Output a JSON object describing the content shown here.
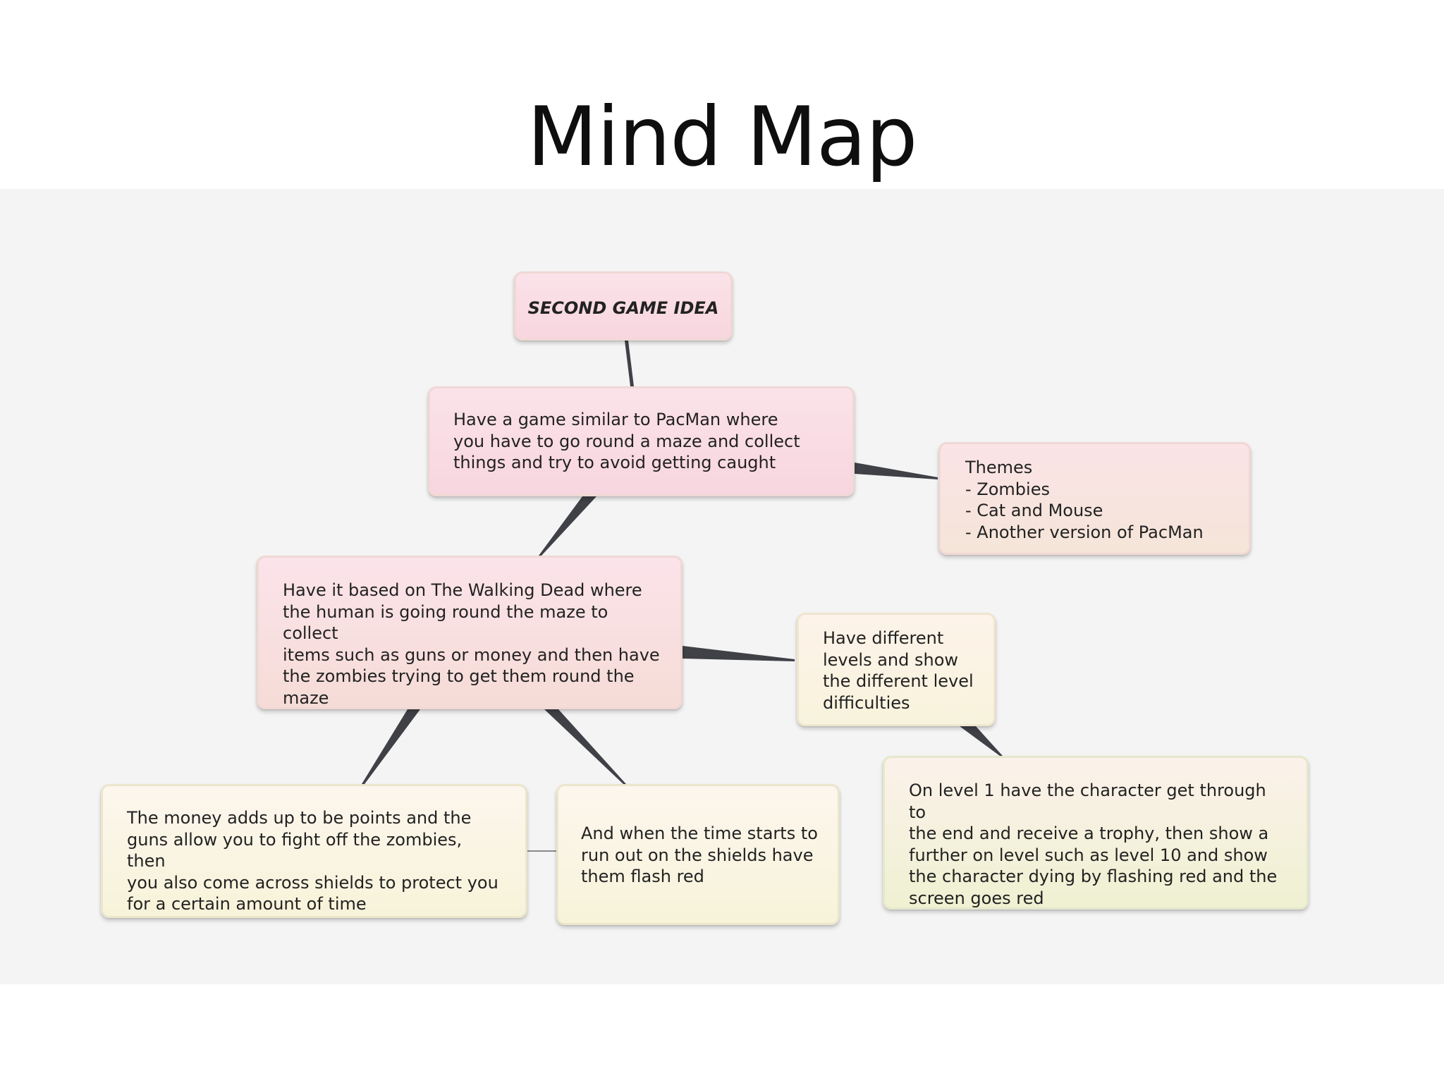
{
  "title": "Mind Map",
  "nodes": {
    "root": "SECOND GAME IDEA",
    "pacman": "Have a game similar to PacMan where\nyou have to go round a maze and collect\nthings and try to avoid getting caught",
    "themes": "Themes\n- Zombies\n- Cat and Mouse\n- Another version of PacMan",
    "walking_dead": "Have it based on The Walking Dead where\nthe human is going round the maze to collect\nitems such as guns or money and then have\nthe zombies trying to get them round the\nmaze",
    "levels": "Have different\nlevels and show\nthe different level\ndifficulties",
    "money": "The money adds up to be points and the\nguns allow you to fight off the zombies, then\nyou also come across shields to protect you\nfor a certain amount of time",
    "shields": "And when the time starts to\nrun out on the shields have\nthem flash red",
    "level_one": "On level 1 have the character get through to\nthe end and receive a trophy, then show a\nfurther on level such as level 10 and show\nthe character dying by flashing red and the\nscreen goes red"
  },
  "colors": {
    "connector": "#3f4147",
    "canvas": "#f4f4f4"
  }
}
